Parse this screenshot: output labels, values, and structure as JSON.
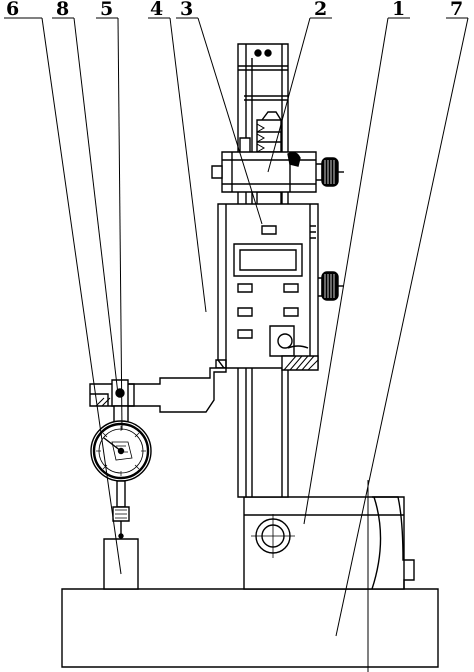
{
  "labels": {
    "l6": "6",
    "l8": "8",
    "l5": "5",
    "l4": "4",
    "l3": "3",
    "l2": "2",
    "l1": "1",
    "l7": "7"
  }
}
